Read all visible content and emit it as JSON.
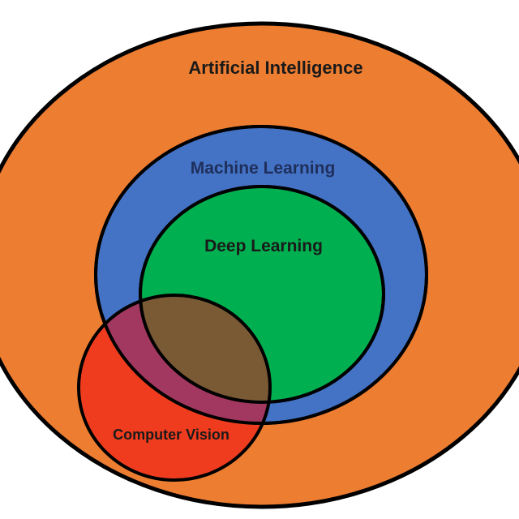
{
  "diagram": {
    "sets": [
      {
        "id": "ai",
        "label": "Artificial Intelligence",
        "color": "#ED7D31"
      },
      {
        "id": "ml",
        "label": "Machine Learning",
        "color": "#4472C4"
      },
      {
        "id": "dl",
        "label": "Deep Learning",
        "color": "#00B050"
      },
      {
        "id": "cv",
        "label": "Computer Vision",
        "color": "#F03C1E"
      }
    ],
    "relations": {
      "ml_within": "ai",
      "dl_within": "ml",
      "cv_within": "ai",
      "cv_overlaps": [
        "ml",
        "dl"
      ]
    },
    "outline_color": "#000000",
    "background": "#FFFFFF"
  }
}
